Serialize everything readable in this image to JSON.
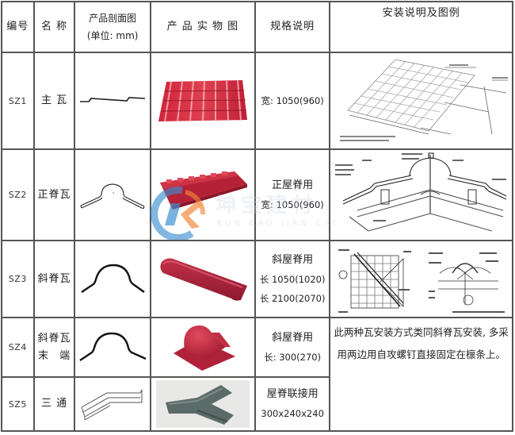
{
  "table": {
    "headers": {
      "code": "编号",
      "name": "名 称",
      "section_line1": "产品剖面图",
      "section_line2": "(单位: mm)",
      "photo": "产 品 实 物 图",
      "spec": "规格说明",
      "install": "安装说明及图例"
    },
    "rows": [
      {
        "code": "SZ1",
        "name_line1": "主 瓦",
        "section_icon": "main-tile-profile",
        "photo_icon": "red-main-tile-sheet",
        "spec_lines": [
          "宽: 1050(960)"
        ],
        "install_icon": "roof-tile-installation-diagram"
      },
      {
        "code": "SZ2",
        "name_line1": "正脊瓦",
        "section_icon": "ridge-tile-profile",
        "photo_icon": "red-ridge-tile",
        "spec_lines": [
          "正屋脊用",
          "宽: 1050(960)"
        ],
        "install_icon": "ridge-installation-diagram"
      },
      {
        "code": "SZ3",
        "name_line1": "斜脊瓦",
        "section_icon": "hip-tile-profile",
        "photo_icon": "red-hip-tile",
        "spec_lines": [
          "斜屋脊用",
          "长 1050(1020)",
          "长 2100(2070)"
        ],
        "install_icon": "hip-installation-diagram"
      },
      {
        "code": "SZ4",
        "name_line1": "斜脊瓦",
        "name_line2": "末 端",
        "section_icon": "hip-end-profile",
        "photo_icon": "red-hip-end-cap",
        "spec_lines": [
          "斜屋脊用",
          "长: 300(270)"
        ]
      },
      {
        "code": "SZ5",
        "name_line1": "三 通",
        "section_icon": "three-way-profile",
        "photo_icon": "grey-three-way-connector",
        "spec_lines": [
          "屋脊联接用",
          "300x240x240"
        ]
      }
    ],
    "install_note_sz4_sz5": "此两种瓦安装方式类同斜脊瓦安装, 多采用两边用自攻螺钉直接固定在檩条上。"
  },
  "watermark": {
    "logo": "K-logo",
    "text": "坤宝建材",
    "sub": "KUN BAO JIAN CAI"
  },
  "colors": {
    "border": "#555555",
    "tile_red": "#c8243a",
    "tile_dark_red": "#a5213a",
    "connector_grey": "#5b6b68",
    "logo_blue": "#3a8fd0",
    "logo_orange": "#f0883a"
  }
}
